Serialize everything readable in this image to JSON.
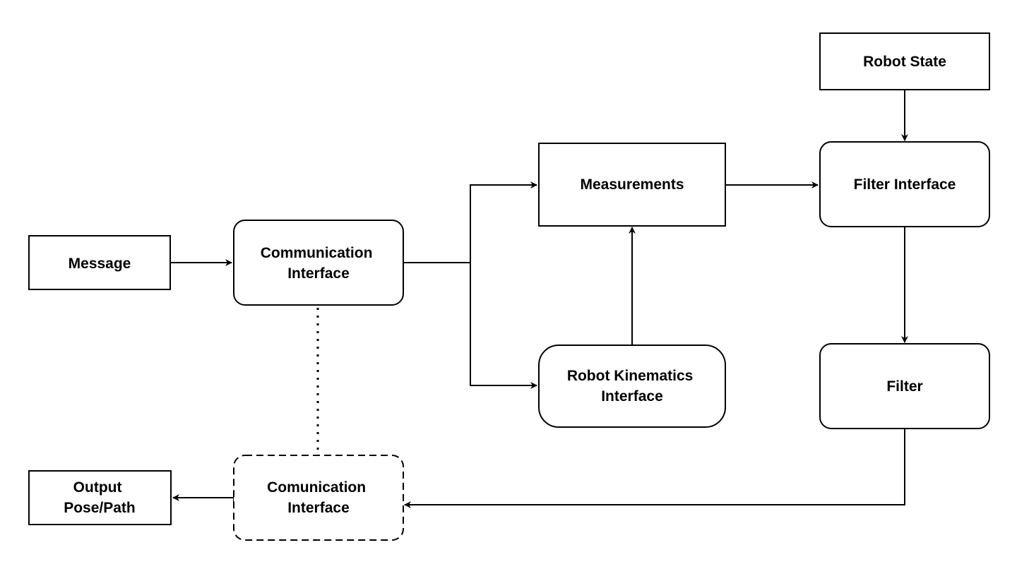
{
  "diagram": {
    "nodes": {
      "message": {
        "lines": [
          "Message"
        ]
      },
      "comm_in": {
        "lines": [
          "Communication",
          "Interface"
        ]
      },
      "measurements": {
        "lines": [
          "Measurements"
        ]
      },
      "kinematics": {
        "lines": [
          "Robot Kinematics",
          "Interface"
        ]
      },
      "robot_state": {
        "lines": [
          "Robot State"
        ]
      },
      "filter_interface": {
        "lines": [
          "Filter Interface"
        ]
      },
      "filter": {
        "lines": [
          "Filter"
        ]
      },
      "comm_out": {
        "lines": [
          "Comunication",
          "Interface"
        ]
      },
      "output": {
        "lines": [
          "Output",
          "Pose/Path"
        ]
      }
    },
    "colors": {
      "stroke": "#000000",
      "fill": "#ffffff",
      "text": "#000000"
    }
  }
}
